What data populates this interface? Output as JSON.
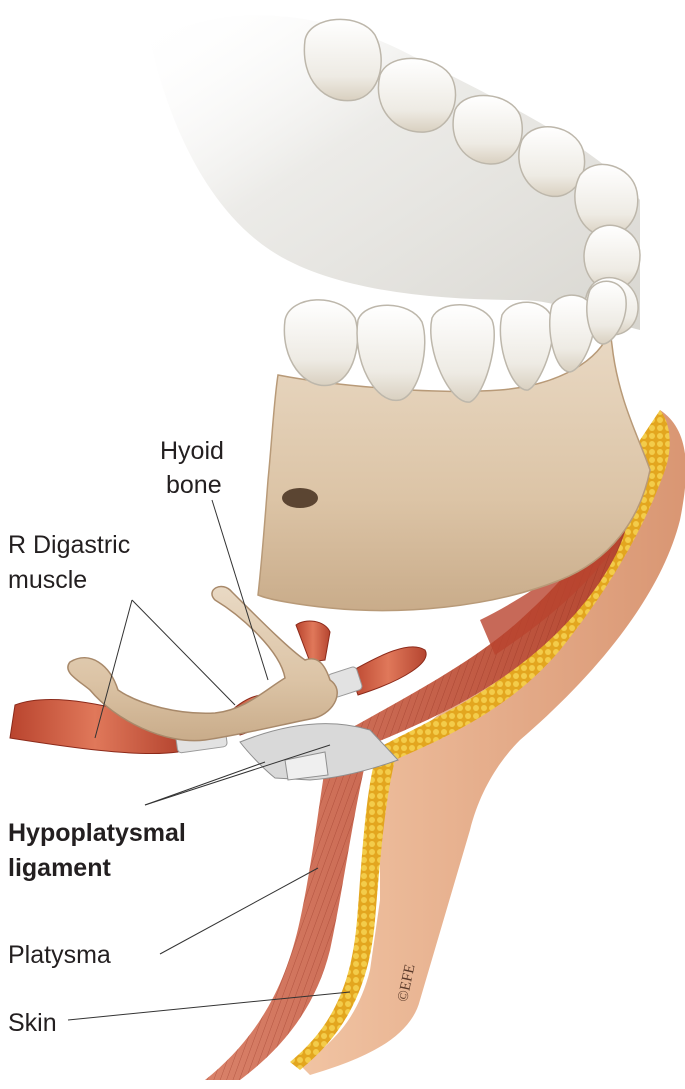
{
  "labels": {
    "hyoid_line1": "Hyoid",
    "hyoid_line2": "bone",
    "digastric_line1": "R Digastric",
    "digastric_line2": "muscle",
    "hypo_line1": "Hypoplatysmal",
    "hypo_line2": "ligament",
    "platysma": "Platysma",
    "skin": "Skin"
  },
  "watermark": "©EFE",
  "colors": {
    "bone": "#e8d6bf",
    "tooth": "#f2efe8",
    "muscle": "#c8553d",
    "skin": "#e9b08c",
    "fat": "#e8b22a",
    "ligament": "#dcdcdc",
    "leader_line": "#333333"
  }
}
